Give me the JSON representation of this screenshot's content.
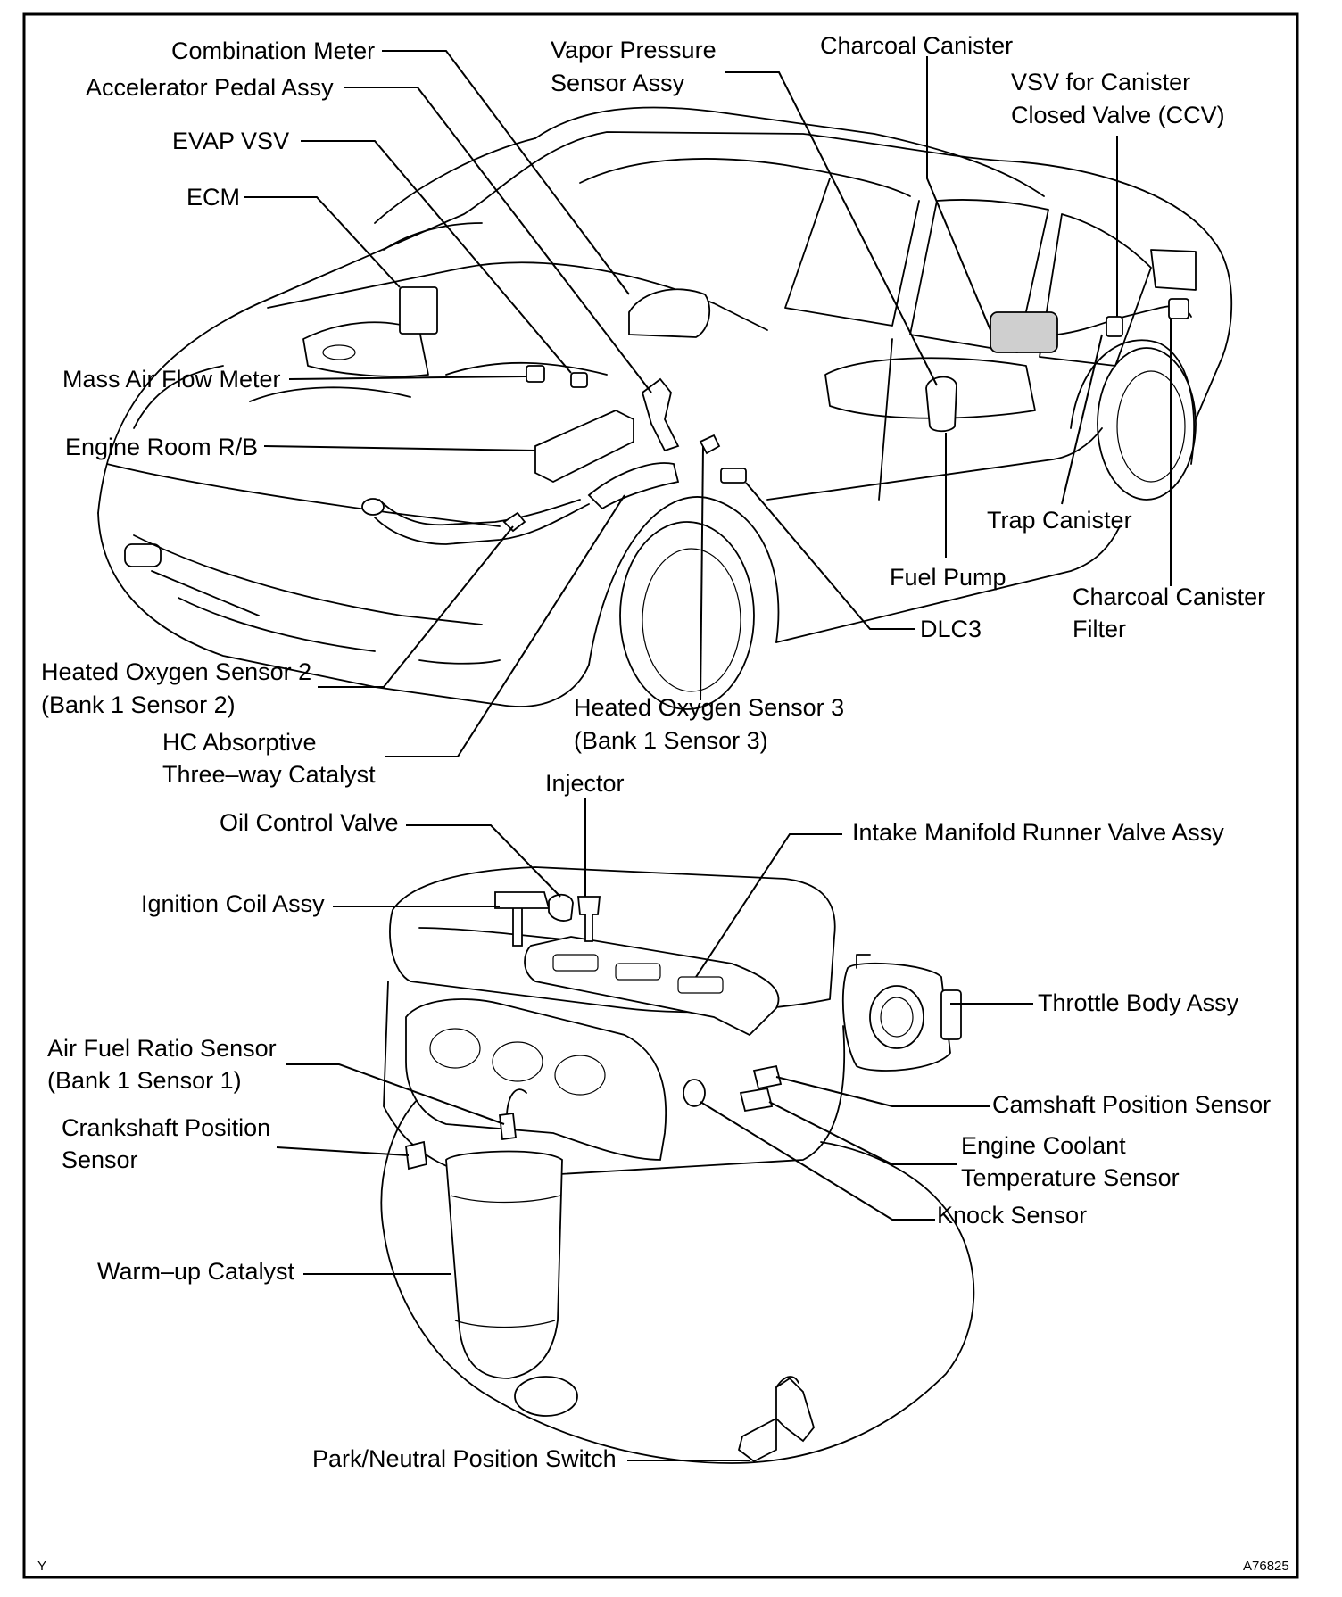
{
  "labels": {
    "combination_meter": "Combination Meter",
    "accelerator_pedal": "Accelerator Pedal Assy",
    "evap_vsv": "EVAP VSV",
    "ecm": "ECM",
    "mass_air_flow": "Mass Air Flow Meter",
    "engine_room_rb": "Engine Room R/B",
    "vapor_pressure_1": "Vapor Pressure",
    "vapor_pressure_2": "Sensor Assy",
    "charcoal_canister": "Charcoal Canister",
    "vsv_canister_1": "VSV for Canister",
    "vsv_canister_2": "Closed Valve (CCV)",
    "trap_canister": "Trap Canister",
    "fuel_pump": "Fuel Pump",
    "charcoal_filter_1": "Charcoal Canister",
    "charcoal_filter_2": "Filter",
    "dlc3": "DLC3",
    "ho2s2_1": "Heated Oxygen Sensor 2",
    "ho2s2_2": "(Bank 1 Sensor 2)",
    "hc_catalyst_1": "HC Absorptive",
    "hc_catalyst_2": "Three–way Catalyst",
    "ho2s3_1": "Heated Oxygen Sensor 3",
    "ho2s3_2": "(Bank 1 Sensor 3)",
    "injector": "Injector",
    "oil_control_valve": "Oil Control Valve",
    "intake_manifold": "Intake Manifold Runner Valve Assy",
    "ignition_coil": "Ignition Coil Assy",
    "throttle_body": "Throttle Body Assy",
    "af_sensor_1": "Air Fuel Ratio Sensor",
    "af_sensor_2": "(Bank 1 Sensor 1)",
    "camshaft_sensor": "Camshaft Position Sensor",
    "crankshaft_1": "Crankshaft Position",
    "crankshaft_2": "Sensor",
    "coolant_1": "Engine Coolant",
    "coolant_2": "Temperature Sensor",
    "knock_sensor": "Knock Sensor",
    "warmup_catalyst": "Warm–up Catalyst",
    "park_neutral": "Park/Neutral Position Switch",
    "corner_left": "Y",
    "figure_id": "A76825"
  }
}
